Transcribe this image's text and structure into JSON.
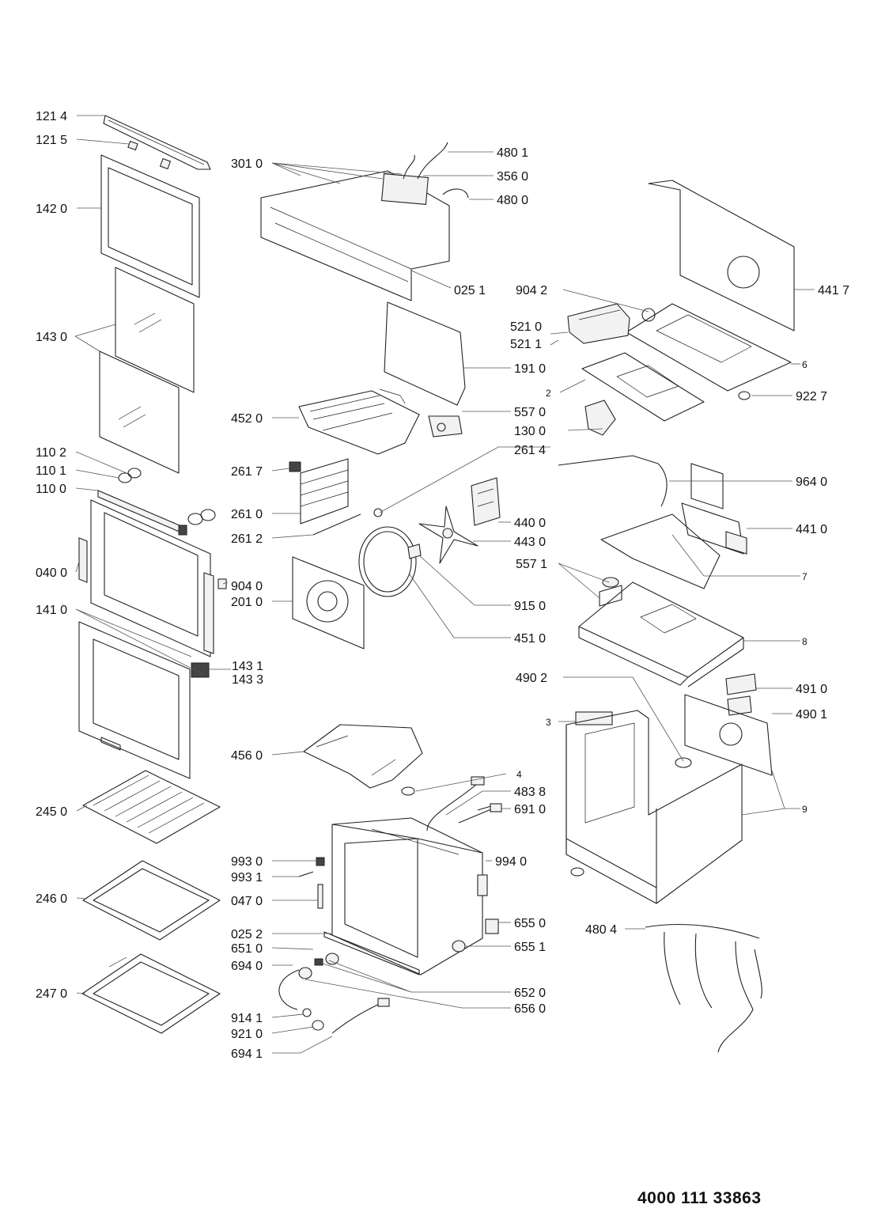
{
  "document_number": "4000 111 33863",
  "parts": {
    "p1214": "121 4",
    "p1215": "121 5",
    "p1420": "142 0",
    "p1430": "143 0",
    "p1102": "110 2",
    "p1101": "110 1",
    "p1100": "110 0",
    "p0400": "040 0",
    "p1410": "141 0",
    "p2450": "245 0",
    "p2460": "246 0",
    "p2470": "247 0",
    "p3010": "301 0",
    "p4801": "480 1",
    "p3560": "356 0",
    "p4800": "480 0",
    "p0251": "025 1",
    "p1910": "191 0",
    "p4520": "452 0",
    "p5570": "557 0",
    "p1300": "130 0",
    "p2614": "261 4",
    "p2617": "261 7",
    "p2610": "261 0",
    "p2612": "261 2",
    "p4400": "440 0",
    "p4430": "443 0",
    "p9040b": "904 0",
    "p2010": "201 0",
    "p9150": "915 0",
    "p4510": "451 0",
    "p1431": "143 1",
    "p1433": "143 3",
    "p4560": "456 0",
    "p4838": "483 8",
    "p6910": "691 0",
    "p9930": "993 0",
    "p9931": "993 1",
    "p0470": "047 0",
    "p9940": "994 0",
    "p0252": "025 2",
    "p6550": "655 0",
    "p6510": "651 0",
    "p6551": "655 1",
    "p6940": "694 0",
    "p6520": "652 0",
    "p6560": "656 0",
    "p9141": "914 1",
    "p9210": "921 0",
    "p6941": "694 1",
    "p9042": "904 2",
    "p4417": "441 7",
    "p5210": "521 0",
    "p5211": "521 1",
    "p9227": "922 7",
    "p9640": "964 0",
    "p4410": "441 0",
    "p5571": "557 1",
    "p4902": "490 2",
    "p4910": "491 0",
    "p4901": "490 1",
    "p4804": "480 4",
    "n2": "2",
    "n3": "3",
    "n4": "4",
    "n6": "6",
    "n7": "7",
    "n8": "8",
    "n9": "9"
  }
}
